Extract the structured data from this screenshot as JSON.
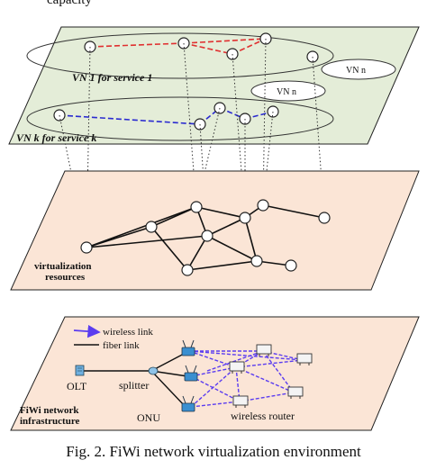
{
  "top_fragment": "capacity",
  "layers": {
    "virtual": {
      "vn1_label": "VN 1 for service 1",
      "vnk_label": "VN k for service k",
      "vnn_label_a": "VN n",
      "vnn_label_b": "VN n"
    },
    "resources": {
      "label_line1": "virtualization",
      "label_line2": "resources"
    },
    "infrastructure": {
      "legend_wireless": "wireless link",
      "legend_fiber": "fiber link",
      "olt": "OLT",
      "splitter": "splitter",
      "onu": "ONU",
      "router": "wireless router",
      "title_line1": "FiWi network",
      "title_line2": "infrastructure"
    }
  },
  "colors": {
    "top_plane": "#e4edd8",
    "middle_plane": "#fbe5d6",
    "bottom_plane": "#fbe5d6",
    "vn1_link": "#e03030",
    "vnk_link": "#2a2ad0",
    "wireless_link": "#5a3cf0"
  },
  "caption": "Fig. 2.   FiWi network virtualization environment"
}
